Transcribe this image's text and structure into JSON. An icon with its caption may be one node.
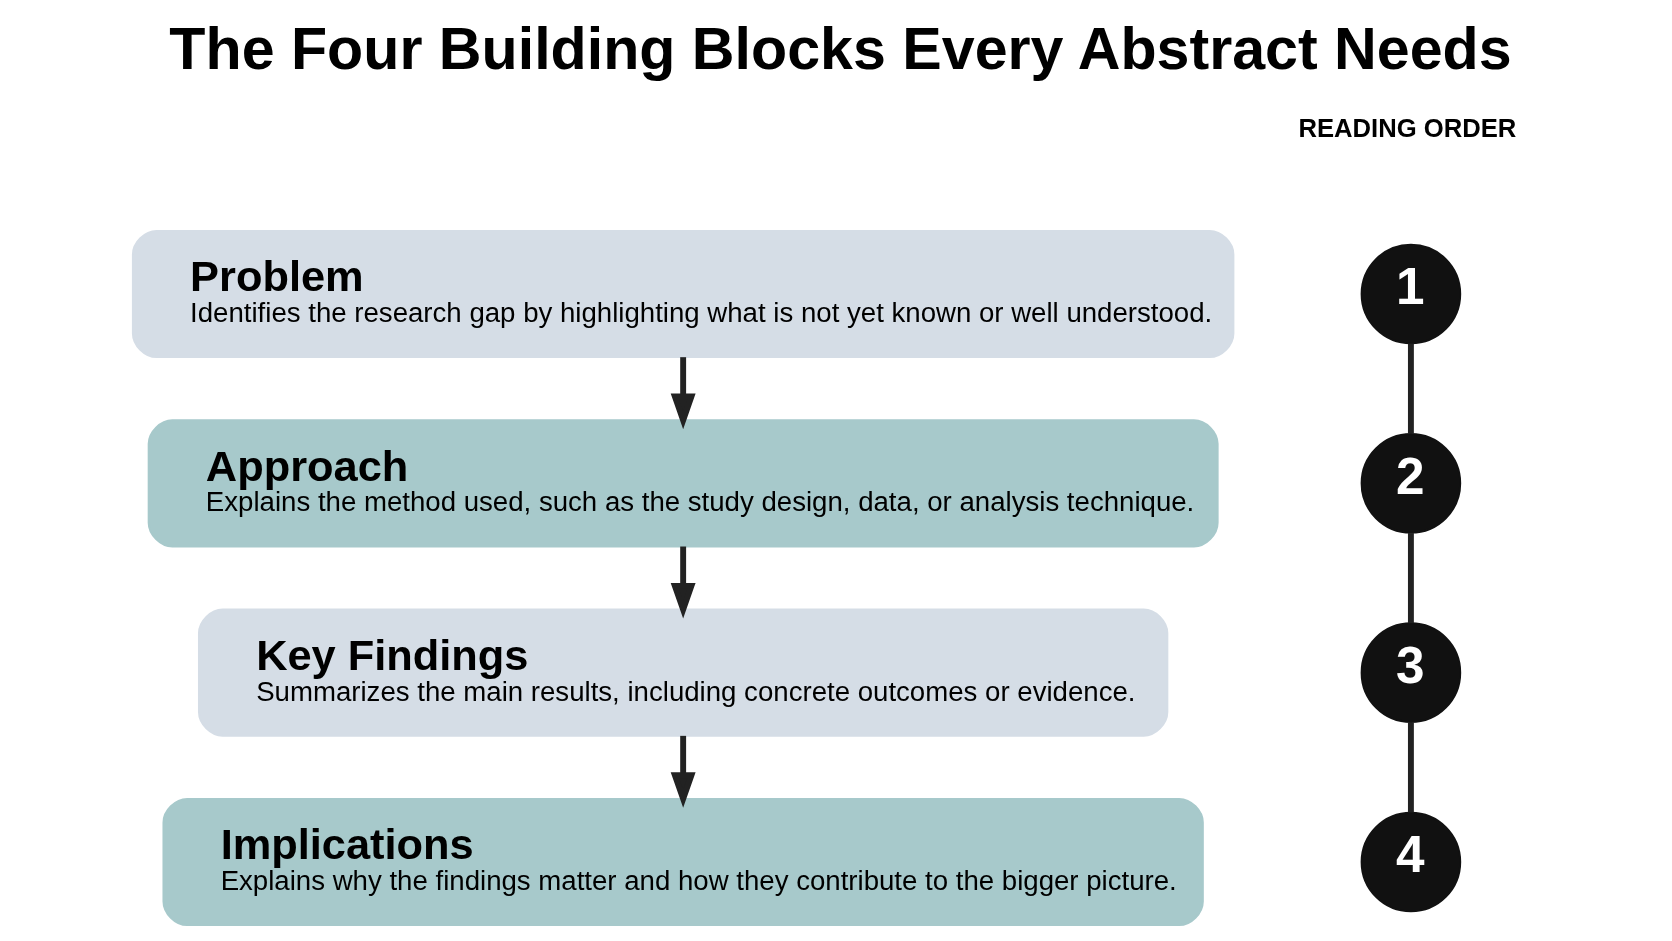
{
  "diagram": {
    "title": "The Four Building Blocks Every Abstract Needs",
    "nodes": [
      {
        "text": [
          "Problem",
          "Identifies the research gap by highlighting what is not yet known or well understood."
        ]
      },
      {
        "text": [
          "Approach",
          "Explains the method used, such as the study design, data, or analysis technique."
        ]
      },
      {
        "text": [
          "Key Findings",
          "Summarizes the main results, including concrete outcomes or evidence."
        ]
      },
      {
        "text": [
          "Implications",
          "Explains why the findings matter and how they contribute to the bigger picture."
        ]
      },
      {
        "text": [
          "1"
        ]
      },
      {
        "text": [
          "2"
        ]
      },
      {
        "text": [
          "3"
        ]
      },
      {
        "text": [
          "4"
        ]
      }
    ],
    "edges": [
      {
        "from": 0,
        "to": 1,
        "arrow": "to"
      },
      {
        "from": 1,
        "to": 2,
        "arrow": "to"
      },
      {
        "from": 2,
        "to": 3,
        "arrow": "to"
      },
      {
        "from": 4,
        "to": 5,
        "arrow": "none"
      },
      {
        "from": 5,
        "to": 6,
        "arrow": "none"
      },
      {
        "from": 6,
        "to": 7,
        "arrow": "none"
      }
    ],
    "labels": [
      "READING ORDER"
    ]
  }
}
